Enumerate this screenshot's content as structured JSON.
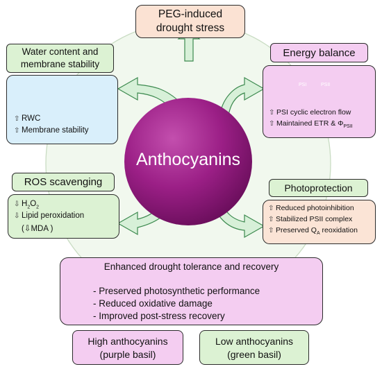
{
  "colors": {
    "stress_fill": "#fbe2d3",
    "green_fill": "#dcf2d3",
    "blue_fill": "#d9effb",
    "pink_fill": "#f4cdf1",
    "peach_fill": "#fbe4d6",
    "circle": "#9b1f86",
    "ring": "#eef6ea",
    "arrow": "#d6f0d8"
  },
  "diagram": {
    "stress_title_1": "PEG-induced",
    "stress_title_2": "drought stress",
    "center_label": "Anthocyanins",
    "water": {
      "title_1": "Water content and",
      "title_2": "membrane stability",
      "items": [
        "RWC",
        "Membrane stability"
      ]
    },
    "energy": {
      "title": "Energy balance",
      "psi_label": "PSI",
      "psii_label": "PSII",
      "item_1": "PSI cyclic electron flow",
      "item_2_pre": "Maintained ETR & Φ",
      "item_2_sub": "PSII"
    },
    "ros": {
      "title": "ROS scavenging",
      "item_1_pre": "H",
      "item_1_sub": "2",
      "item_1_mid": "O",
      "item_1_sub2": "2",
      "item_2": "Lipid peroxidation",
      "item_3": "(⇩MDA )"
    },
    "photo": {
      "title": "Photoprotection",
      "items": [
        "Reduced photoinhibition",
        "Stabilized PSII complex"
      ],
      "item_3_pre": "Preserved Q",
      "item_3_sub": "A",
      "item_3_post": " reoxidation"
    },
    "tolerance": {
      "title": "Enhanced drought tolerance and recovery",
      "items": [
        "- Preserved photosynthetic performance",
        "- Reduced oxidative damage",
        "- Improved post-stress recovery"
      ]
    },
    "high": {
      "line_1": "High anthocyanins",
      "line_2": "(purple basil)"
    },
    "low": {
      "line_1": "Low anthocyanins",
      "line_2": "(green basil)"
    }
  }
}
